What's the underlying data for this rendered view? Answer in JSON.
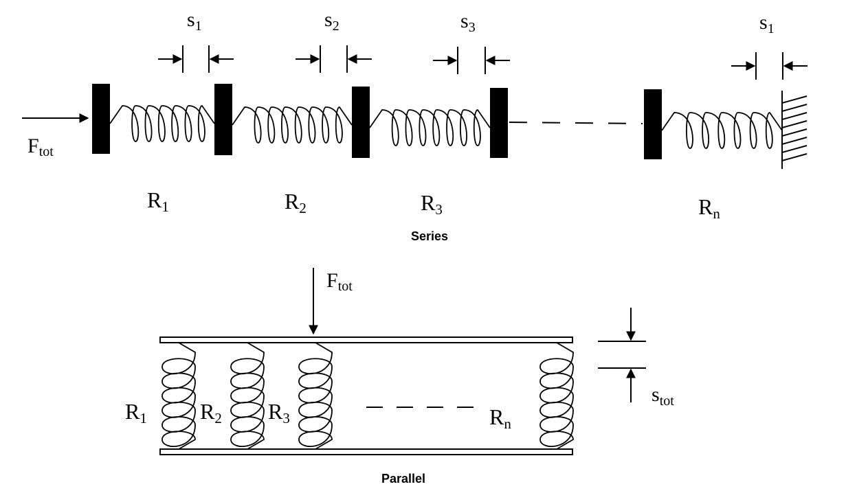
{
  "series": {
    "caption": "Series",
    "force_label": {
      "main": "F",
      "sub": "tot"
    },
    "displacement_labels": [
      {
        "main": "s",
        "sub": "1"
      },
      {
        "main": "s",
        "sub": "2"
      },
      {
        "main": "s",
        "sub": "3"
      },
      {
        "main": "s",
        "sub": "1"
      }
    ],
    "spring_labels": [
      {
        "main": "R",
        "sub": "1"
      },
      {
        "main": "R",
        "sub": "2"
      },
      {
        "main": "R",
        "sub": "3"
      },
      {
        "main": "R",
        "sub": "n"
      }
    ]
  },
  "parallel": {
    "caption": "Parallel",
    "force_label": {
      "main": "F",
      "sub": "tot"
    },
    "displacement_label": {
      "main": "s",
      "sub": "tot"
    },
    "spring_labels": [
      {
        "main": "R",
        "sub": "1"
      },
      {
        "main": "R",
        "sub": "2"
      },
      {
        "main": "R",
        "sub": "3"
      },
      {
        "main": "R",
        "sub": "n"
      }
    ]
  }
}
